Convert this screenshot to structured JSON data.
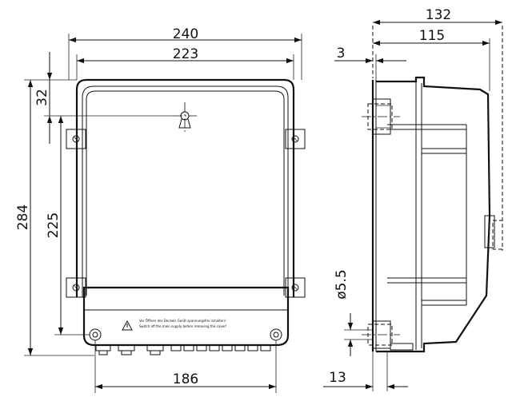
{
  "front_view": {
    "dims": {
      "width_overall": "240",
      "width_inner": "223",
      "top_offset": "32",
      "height_overall": "284",
      "hole_spacing": "225",
      "bottom_holes": "186"
    },
    "warning": {
      "line1": "Vor Öffnen des Deckels Gerät spannungsfrei schalten!",
      "line2": "Switch off the main supply before removing the cover!"
    }
  },
  "side_view": {
    "dims": {
      "depth_overall": "132",
      "depth_box": "115",
      "wall_offset": "3",
      "hole_dia": "ø5.5",
      "bottom_offset": "13"
    }
  }
}
